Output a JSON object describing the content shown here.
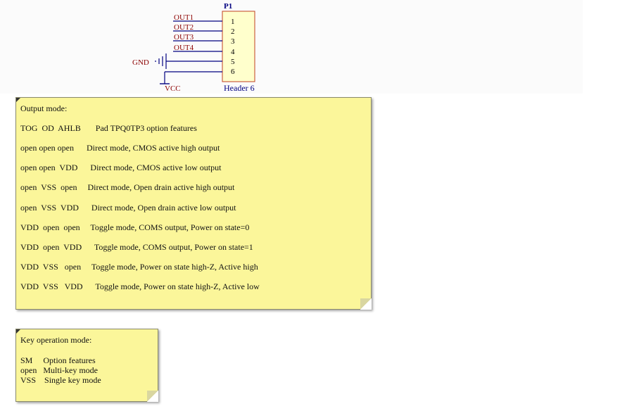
{
  "schematic": {
    "designator": "P1",
    "part_name": "Header 6",
    "nets": [
      "OUT1",
      "OUT2",
      "OUT3",
      "OUT4"
    ],
    "pins": [
      "1",
      "2",
      "3",
      "4",
      "5",
      "6"
    ],
    "gnd_label": "GND",
    "vcc_label": "VCC",
    "colors": {
      "wire": "#000080",
      "label": "#8b0000",
      "designator": "#000080",
      "body": "#ffffcc",
      "border": "#c04020"
    }
  },
  "output_note": {
    "title": "Output mode:",
    "header": "TOG  OD  AHLB       Pad TPQ0TP3 option features",
    "rows": [
      "open open open      Direct mode, CMOS active high output",
      "open open  VDD      Direct mode, CMOS active low output",
      "open  VSS  open     Direct mode, Open drain active high output",
      "open  VSS  VDD      Direct mode, Open drain active low output",
      "VDD  open  open     Toggle mode, COMS output, Power on state=0",
      "VDD  open  VDD      Toggle mode, COMS output, Power on state=1",
      "VDD  VSS   open     Toggle mode, Power on state high-Z, Active high",
      "VDD  VSS   VDD      Toggle mode, Power on state high-Z, Active low"
    ]
  },
  "key_note": {
    "title": "Key operation mode:",
    "header": "SM     Option features",
    "rows": [
      "open   Multi-key mode",
      "VSS    Single key mode"
    ]
  },
  "note_color": "#fbf69a"
}
